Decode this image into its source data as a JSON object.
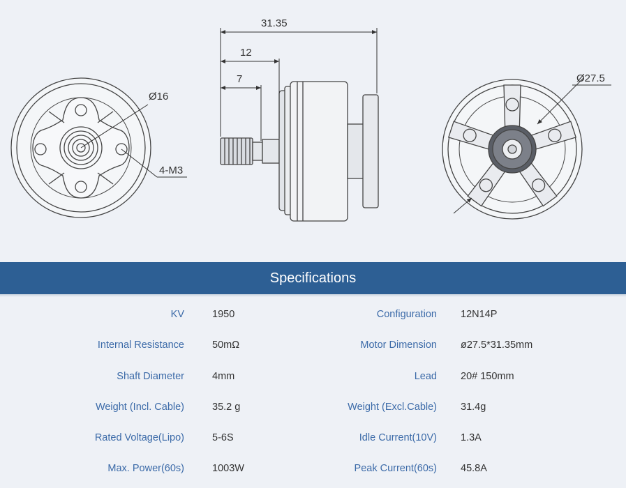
{
  "drawing": {
    "overall_length": "31.35",
    "mid_length": "12",
    "shaft_length": "7",
    "base_diameter": "Ø16",
    "mount_screws": "4-M3",
    "bell_diameter": "Ø27.5"
  },
  "section_title": "Specifications",
  "specs": [
    {
      "label": "KV",
      "value": "1950",
      "label2": "Configuration",
      "value2": "12N14P"
    },
    {
      "label": "Internal Resistance",
      "value": "50mΩ",
      "label2": "Motor Dimension",
      "value2": "ø27.5*31.35mm"
    },
    {
      "label": "Shaft Diameter",
      "value": "4mm",
      "label2": "Lead",
      "value2": "20# 150mm"
    },
    {
      "label": "Weight (Incl. Cable)",
      "value": "35.2 g",
      "label2": "Weight (Excl.Cable)",
      "value2": "31.4g"
    },
    {
      "label": "Rated Voltage(Lipo)",
      "value": "5-6S",
      "label2": "Idle Current(10V)",
      "value2": "1.3A"
    },
    {
      "label": "Max. Power(60s)",
      "value": "1003W",
      "label2": "Peak Current(60s)",
      "value2": "45.8A"
    }
  ],
  "colors": {
    "banner": "#2d5f94",
    "label": "#3b6aa8",
    "value": "#333333",
    "background": "#eef1f6"
  }
}
